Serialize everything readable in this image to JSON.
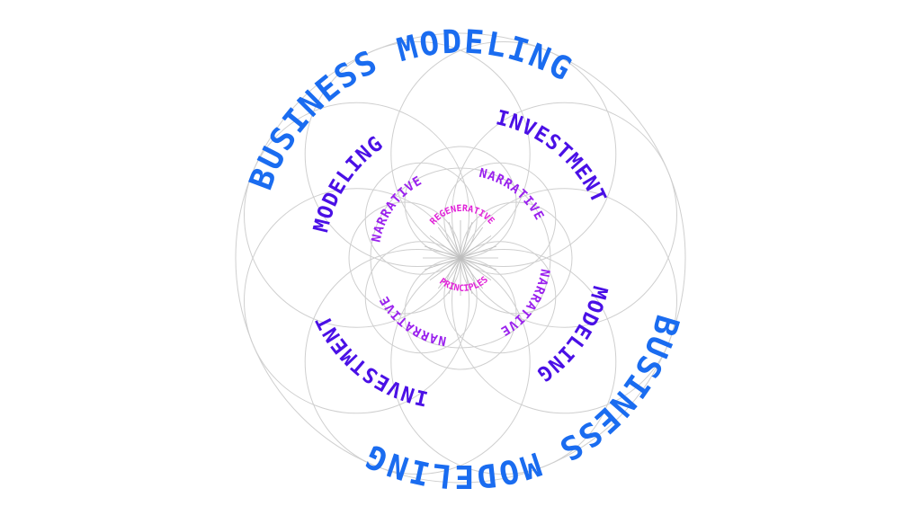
{
  "colors": {
    "outer": "#1a6cf0",
    "middle": "#4a10e6",
    "inner": "#9a22ee",
    "core": "#e020d8",
    "lines": "#cfcfcf",
    "background": "#ffffff"
  },
  "rings": {
    "outer": {
      "top": "BUSINESS MODELING",
      "bottom": "BUSINESS MODELING"
    },
    "middle": {
      "top_left": "MODELING",
      "top_right": "INVESTMENT",
      "bottom_right": "MODELING",
      "bottom_left": "INVESTMENT"
    },
    "inner": {
      "top_left": "NARRATIVE",
      "top_right": "NARRATIVE",
      "bottom_right": "NARRATIVE",
      "bottom_left": "NARRATIVE"
    },
    "core": {
      "top": "REGENERATIVE",
      "bottom": "PRINCIPLES"
    }
  }
}
